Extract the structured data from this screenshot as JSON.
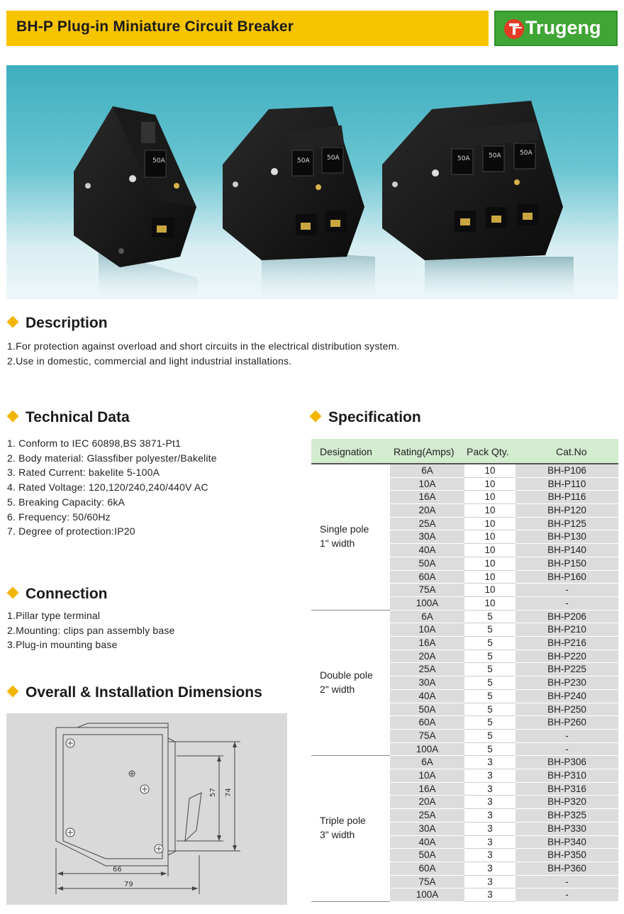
{
  "header": {
    "title": "BH-P Plug-in Miniature Circuit Breaker",
    "brand": "Trugeng"
  },
  "hero": {
    "labels": [
      "50A",
      "50A",
      "50A",
      "50A",
      "50A",
      "50A"
    ]
  },
  "description": {
    "heading": "Description",
    "lines": [
      "1.For protection against overload and short circuits in the electrical distribution system.",
      "2.Use in domestic, commercial and light industrial installations."
    ]
  },
  "technical": {
    "heading": "Technical Data",
    "lines": [
      "1. Conform to IEC 60898,BS 3871-Pt1",
      "2. Body material: Glassfiber polyester/Bakelite",
      "3. Rated Current: bakelite 5-100A",
      "4. Rated Voltage: 120,120/240,240/440V AC",
      "5. Breaking Capacity: 6kA",
      "6. Frequency: 50/60Hz",
      "7. Degree of protection:IP20"
    ]
  },
  "connection": {
    "heading": "Connection",
    "lines": [
      "1.Pillar type terminal",
      "2.Mounting: clips pan assembly base",
      "3.Plug-in mounting base"
    ]
  },
  "dimensions": {
    "heading": "Overall & Installation Dimensions",
    "labels": {
      "d57": "57",
      "d74": "74",
      "d66": "66",
      "d79": "79"
    }
  },
  "specification": {
    "heading": "Specification",
    "columns": [
      "Designation",
      "Rating(Amps)",
      "Pack  Qty.",
      "Cat.No"
    ],
    "groups": [
      {
        "name": "Single pole",
        "width": "1\" width",
        "rows": [
          [
            "6A",
            "10",
            "BH-P106"
          ],
          [
            "10A",
            "10",
            "BH-P110"
          ],
          [
            "16A",
            "10",
            "BH-P116"
          ],
          [
            "20A",
            "10",
            "BH-P120"
          ],
          [
            "25A",
            "10",
            "BH-P125"
          ],
          [
            "30A",
            "10",
            "BH-P130"
          ],
          [
            "40A",
            "10",
            "BH-P140"
          ],
          [
            "50A",
            "10",
            "BH-P150"
          ],
          [
            "60A",
            "10",
            "BH-P160"
          ],
          [
            "75A",
            "10",
            "-"
          ],
          [
            "100A",
            "10",
            "-"
          ]
        ]
      },
      {
        "name": "Double pole",
        "width": "2\" width",
        "rows": [
          [
            "6A",
            "5",
            "BH-P206"
          ],
          [
            "10A",
            "5",
            "BH-P210"
          ],
          [
            "16A",
            "5",
            "BH-P216"
          ],
          [
            "20A",
            "5",
            "BH-P220"
          ],
          [
            "25A",
            "5",
            "BH-P225"
          ],
          [
            "30A",
            "5",
            "BH-P230"
          ],
          [
            "40A",
            "5",
            "BH-P240"
          ],
          [
            "50A",
            "5",
            "BH-P250"
          ],
          [
            "60A",
            "5",
            "BH-P260"
          ],
          [
            "75A",
            "5",
            "-"
          ],
          [
            "100A",
            "5",
            "-"
          ]
        ]
      },
      {
        "name": "Triple pole",
        "width": "3\" width",
        "rows": [
          [
            "6A",
            "3",
            "BH-P306"
          ],
          [
            "10A",
            "3",
            "BH-P310"
          ],
          [
            "16A",
            "3",
            "BH-P316"
          ],
          [
            "20A",
            "3",
            "BH-P320"
          ],
          [
            "25A",
            "3",
            "BH-P325"
          ],
          [
            "30A",
            "3",
            "BH-P330"
          ],
          [
            "40A",
            "3",
            "BH-P340"
          ],
          [
            "50A",
            "3",
            "BH-P350"
          ],
          [
            "60A",
            "3",
            "BH-P360"
          ],
          [
            "75A",
            "3",
            "-"
          ],
          [
            "100A",
            "3",
            "-"
          ]
        ]
      }
    ]
  }
}
